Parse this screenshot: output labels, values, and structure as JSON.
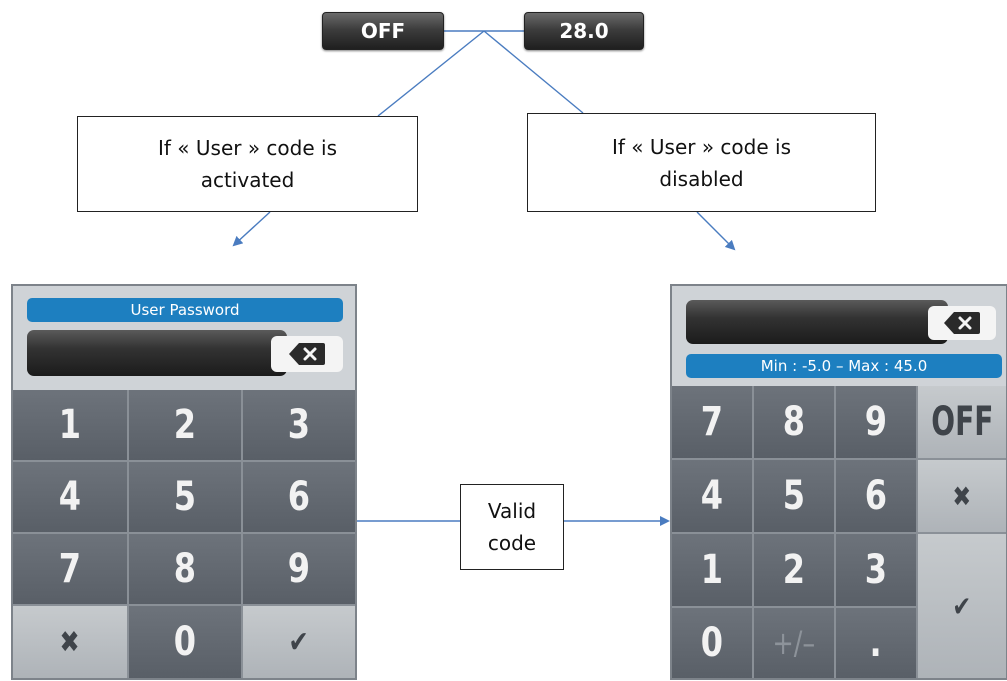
{
  "top_buttons": {
    "off_label": "OFF",
    "value_label": "28.0"
  },
  "callouts": {
    "activated": [
      "If « User » code is",
      "activated"
    ],
    "disabled": [
      "If « User » code is",
      "disabled"
    ],
    "valid": [
      "Valid",
      "code"
    ]
  },
  "left_panel": {
    "title": "User Password",
    "keys": [
      "1",
      "2",
      "3",
      "4",
      "5",
      "6",
      "7",
      "8",
      "9",
      "✖",
      "0",
      "✔"
    ]
  },
  "right_panel": {
    "range": "Min : -5.0 – Max : 45.0",
    "keys": [
      "7",
      "8",
      "9",
      "OFF",
      "4",
      "5",
      "6",
      "✖",
      "1",
      "2",
      "3",
      "✔",
      "0",
      "+/–",
      "."
    ]
  },
  "colors": {
    "accent": "#1d7fc0",
    "connector": "#4a7cc0",
    "key": "#626870",
    "key_light": "#b9bdc1"
  }
}
